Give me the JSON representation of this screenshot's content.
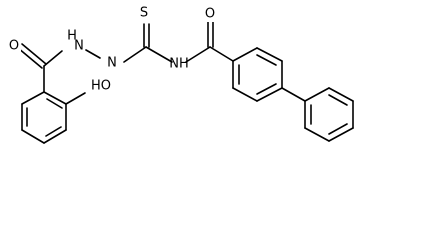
{
  "molecule": {
    "atoms": {
      "o_left": "O",
      "o_right": "O",
      "s": "S",
      "hn_left": "H",
      "nh_mid": "N",
      "hn_n": "N",
      "nh_right": "NH",
      "oh": "HO"
    },
    "colors": {
      "bond": "#000000",
      "text": "#000000",
      "background": "#ffffff"
    }
  }
}
